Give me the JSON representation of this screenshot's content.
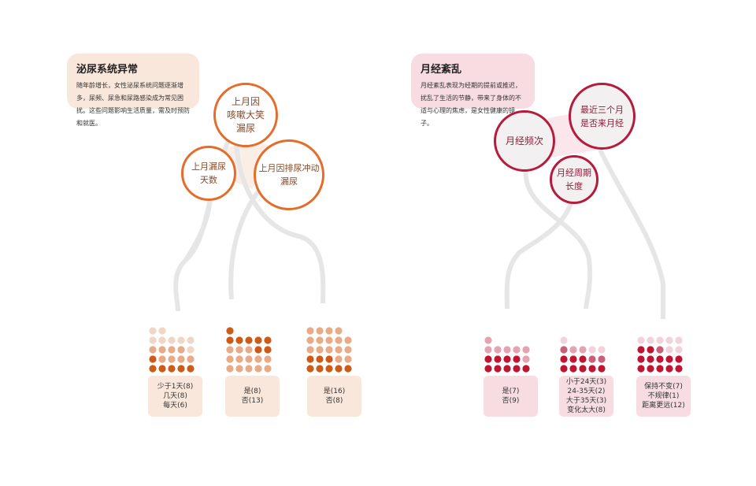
{
  "left_panel": {
    "title": "泌尿系统异常",
    "description": "随年龄增长，女性泌尿系统问题逐渐增多，尿频、尿急和尿路感染成为常见困扰。这些问题影响生活质量，需及时预防和就医。",
    "accent_color": "#e46d2c",
    "bg_color": "#f9e7dc",
    "questions": [
      {
        "label": "上月因\n咳嗽大笑\n漏尿"
      },
      {
        "label": "上月漏尿\n天数"
      },
      {
        "label": "上月因排尿冲动\n漏尿"
      }
    ],
    "groups": [
      {
        "legend": "少于1天(8)\n几天(8)\n每天(6)",
        "counts": [
          8,
          8,
          6
        ],
        "colors": [
          "#f1d6c6",
          "#e8ab85",
          "#cd5a17"
        ]
      },
      {
        "legend": "是(8)\n否(13)",
        "counts": [
          8,
          13
        ],
        "colors": [
          "#cd5a17",
          "#e8ab85"
        ]
      },
      {
        "legend": "是(16)\n否(8)",
        "counts": [
          16,
          8
        ],
        "colors": [
          "#e8ab85",
          "#cd5a17"
        ]
      }
    ]
  },
  "right_panel": {
    "title": "月经紊乱",
    "description": "月经紊乱表现为经期的提前或推迟，扰乱了生活的节静，带来了身体的不适与心理的焦虑，是女性健康的镜子。",
    "accent_color": "#b51c3b",
    "bg_color": "#f7dde2",
    "questions": [
      {
        "label": "最近三个月\n是否来月经"
      },
      {
        "label": "月经频次"
      },
      {
        "label": "月经周期\n长度"
      }
    ],
    "groups": [
      {
        "legend": "是(7)\n否(9)",
        "counts": [
          7,
          9
        ],
        "colors": [
          "#e3a3b1",
          "#bf1532"
        ]
      },
      {
        "legend": "小于24天(3)\n24-35天(2)\n大于35天(3)\n变化太大(8)",
        "counts": [
          3,
          2,
          3,
          8
        ],
        "colors": [
          "#f2d3db",
          "#e3a3b1",
          "#c9607a",
          "#bf1532"
        ]
      },
      {
        "legend": "保持不变(7)\n不规律(1)\n距离更远(12)",
        "counts": [
          7,
          1,
          12
        ],
        "colors": [
          "#f2d3db",
          "#c9607a",
          "#bf1532"
        ]
      }
    ]
  }
}
